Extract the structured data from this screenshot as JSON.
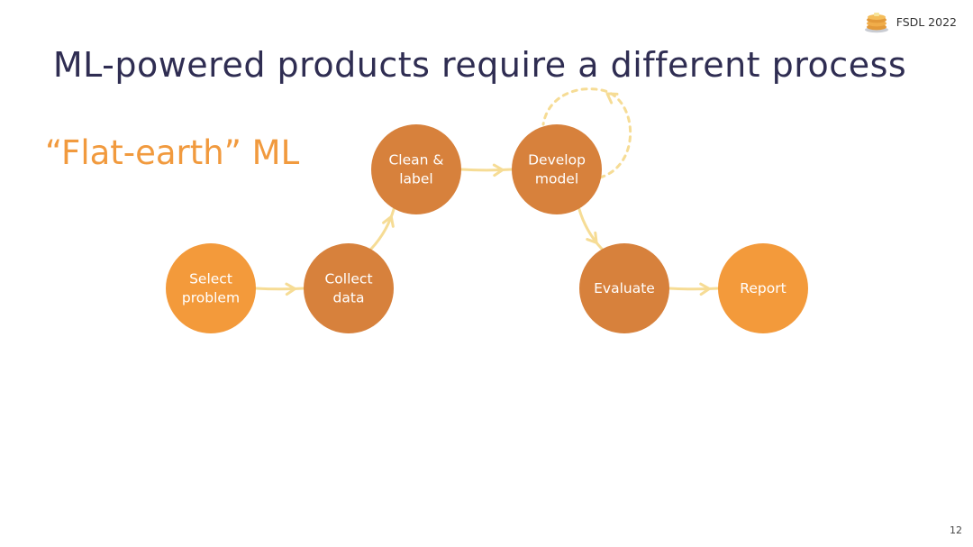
{
  "header": {
    "title": "ML-powered products require a different process",
    "subtitle": "“Flat-earth” ML"
  },
  "brand": {
    "label": "FSDL 2022",
    "icon": "pancake-stack-icon"
  },
  "footer": {
    "page_number": "12"
  },
  "colors": {
    "title": "#2f2d52",
    "subtitle": "#f19a3e",
    "node_dark": "#d7813c",
    "node_light": "#f39a3b",
    "arrow": "#f6dc95"
  },
  "nodes": [
    {
      "id": "select",
      "lines": [
        "Select",
        "problem"
      ],
      "tone": "light"
    },
    {
      "id": "collect",
      "lines": [
        "Collect",
        "data"
      ],
      "tone": "dark"
    },
    {
      "id": "clean",
      "lines": [
        "Clean &",
        "label"
      ],
      "tone": "dark"
    },
    {
      "id": "develop",
      "lines": [
        "Develop",
        "model"
      ],
      "tone": "dark"
    },
    {
      "id": "evaluate",
      "lines": [
        "Evaluate"
      ],
      "tone": "dark"
    },
    {
      "id": "report",
      "lines": [
        "Report"
      ],
      "tone": "light"
    }
  ],
  "edges": [
    {
      "from": "select",
      "to": "collect"
    },
    {
      "from": "collect",
      "to": "clean"
    },
    {
      "from": "clean",
      "to": "develop"
    },
    {
      "from": "develop",
      "to": "evaluate"
    },
    {
      "from": "evaluate",
      "to": "report"
    },
    {
      "from": "develop",
      "to": "develop",
      "style": "dashed-loop"
    }
  ]
}
